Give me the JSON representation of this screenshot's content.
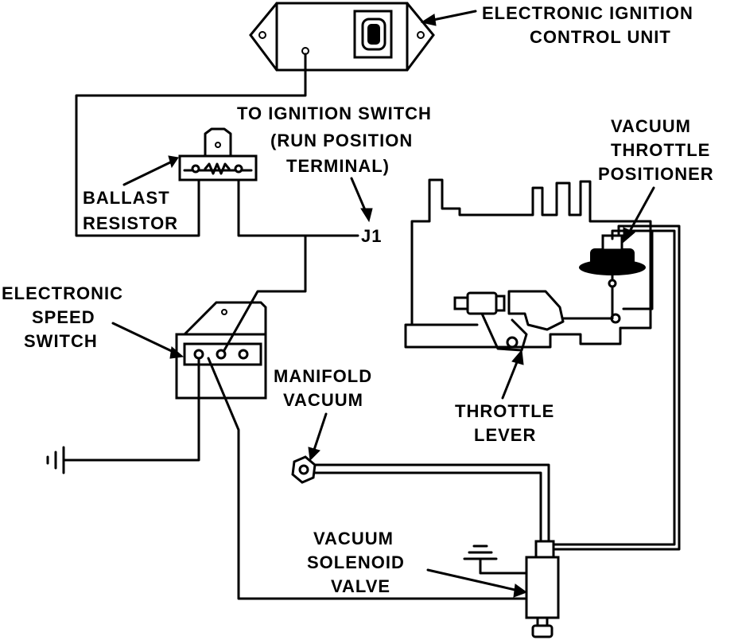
{
  "labels": {
    "ignition_unit": [
      "ELECTRONIC IGNITION",
      "CONTROL UNIT"
    ],
    "ignition_switch": [
      "TO IGNITION SWITCH",
      "(RUN POSITION",
      "TERMINAL)"
    ],
    "ballast_resistor": [
      "BALLAST",
      "RESISTOR"
    ],
    "connector": "J1",
    "speed_switch": [
      "ELECTRONIC",
      "SPEED",
      "SWITCH"
    ],
    "manifold_vacuum": [
      "MANIFOLD",
      "VACUUM"
    ],
    "throttle_positioner": [
      "VACUUM",
      "THROTTLE",
      "POSITIONER"
    ],
    "throttle_lever": [
      "THROTTLE",
      "LEVER"
    ],
    "solenoid_valve": [
      "VACUUM",
      "SOLENOID",
      "VALVE"
    ]
  }
}
